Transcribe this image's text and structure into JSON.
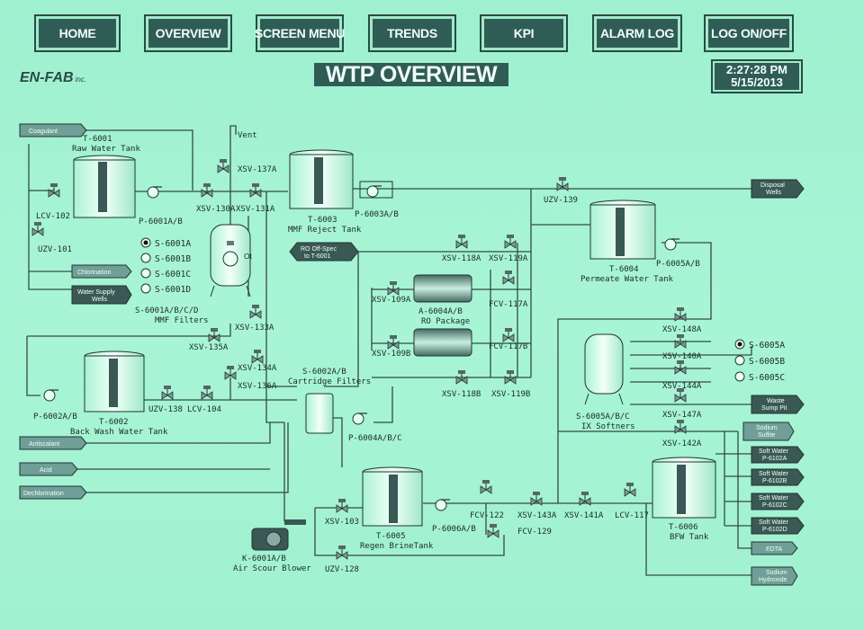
{
  "nav": [
    {
      "label": "HOME"
    },
    {
      "label": "OVERVIEW"
    },
    {
      "label": "SCREEN MENU"
    },
    {
      "label": "TRENDS"
    },
    {
      "label": "KPI"
    },
    {
      "label": "ALARM LOG"
    },
    {
      "label": "LOG ON/OFF"
    }
  ],
  "logo": {
    "text": "EN-FAB",
    "suffix": "inc."
  },
  "header": {
    "title": "WTP OVERVIEW",
    "time": "2:27:28 PM",
    "date": "5/15/2013"
  },
  "tanks": {
    "t6001": {
      "id": "T-6001",
      "name": "Raw Water Tank"
    },
    "t6003": {
      "id": "T-6003",
      "name": "MMF Reject Tank"
    },
    "t6004": {
      "id": "T-6004",
      "name": "Permeate Water Tank"
    },
    "t6002": {
      "id": "T-6002",
      "name": "Back Wash Water Tank"
    },
    "t6005": {
      "id": "T-6005",
      "name": "Regen BrineTank"
    },
    "t6006": {
      "id": "T-6006",
      "name": "BFW Tank"
    }
  },
  "equipment": {
    "mmf": {
      "id": "S-6001A/B/C/D",
      "name": "MMF Filters"
    },
    "ro": {
      "id": "A-6004A/B",
      "name": "RO Package"
    },
    "cart": {
      "id": "S-6002A/B",
      "name": "Cartridge Filters"
    },
    "ix": {
      "id": "S-6005A/B/C",
      "name": "IX Softners"
    },
    "blower": {
      "id": "K-6001A/B",
      "name": "Air Scour Blower"
    },
    "vent": "Vent",
    "ot": "Ot"
  },
  "mmf_select": [
    "S-6001A",
    "S-6001B",
    "S-6001C",
    "S-6001D"
  ],
  "ix_select": [
    "S-6005A",
    "S-6005B",
    "S-6005C"
  ],
  "pumps": {
    "p6001": "P-6001A/B",
    "p6003": "P-6003A/B",
    "p6005": "P-6005A/B",
    "p6002": "P-6002A/B",
    "p6004": "P-6004A/B/C",
    "p6006": "P-6006A/B"
  },
  "valves": {
    "lcv102": "LCV-102",
    "uzv101": "UZV-101",
    "xsv130a": "XSV-130A",
    "xsv131a": "XSV-131A",
    "xsv137a": "XSV-137A",
    "uzv139": "UZV-139",
    "xsv118a": "XSV-118A",
    "xsv119a": "XSV-119A",
    "xsv109a": "XSV-109A",
    "fcv117a": "FCV-117A",
    "fcv117b": "FCV-117B",
    "xsv109b": "XSV-109B",
    "xsv118b": "XSV-118B",
    "xsv119b": "XSV-119B",
    "xsv133a": "XSV-133A",
    "xsv135a": "XSV-135A",
    "xsv134a": "XSV-134A",
    "xsv136a": "XSV-136A",
    "uzv138": "UZV-138",
    "lcv104": "LCV-104",
    "xsv148a": "XSV-148A",
    "xsv140a": "XSV-140A",
    "xsv144a": "XSV-144A",
    "xsv147a": "XSV-147A",
    "xsv142a": "XSV-142A",
    "xsv103": "XSV-103",
    "uzv128": "UZV-128",
    "fcv122": "FCV-122",
    "fcv129": "FCV-129",
    "xsv143a": "XSV-143A",
    "xsv141a": "XSV-141A",
    "lcv117": "LCV-117"
  },
  "tags": {
    "coagulant": "Coagulant",
    "disposal": [
      "Disposal",
      "Wells"
    ],
    "ro_offspec": [
      "RO Off-Spec",
      "to T-6001"
    ],
    "chlorination": "Chlorination",
    "water_supply": [
      "Water Supply",
      "Wells"
    ],
    "antiscalant": "Antiscalant",
    "acid": "Acid",
    "dechlorination": "Dechlorination",
    "waste_sump": [
      "Waste",
      "Sump Pit"
    ],
    "sodium_sulfite": [
      "Sodium",
      "Sulfite"
    ],
    "soft_a": [
      "Soft Water",
      "P-6102A"
    ],
    "soft_b": [
      "Soft Water",
      "P-6102B"
    ],
    "soft_c": [
      "Soft Water",
      "P-6102C"
    ],
    "soft_d": [
      "Soft Water",
      "P-6102D"
    ],
    "edta": "EDTA",
    "sodium_hydroxide": [
      "Sodium",
      "Hydroxide"
    ]
  },
  "colors": {
    "accent": "#2f5d55",
    "background": "#a3f3d2",
    "line": "#344a47",
    "text_light": "#f1fff9"
  }
}
